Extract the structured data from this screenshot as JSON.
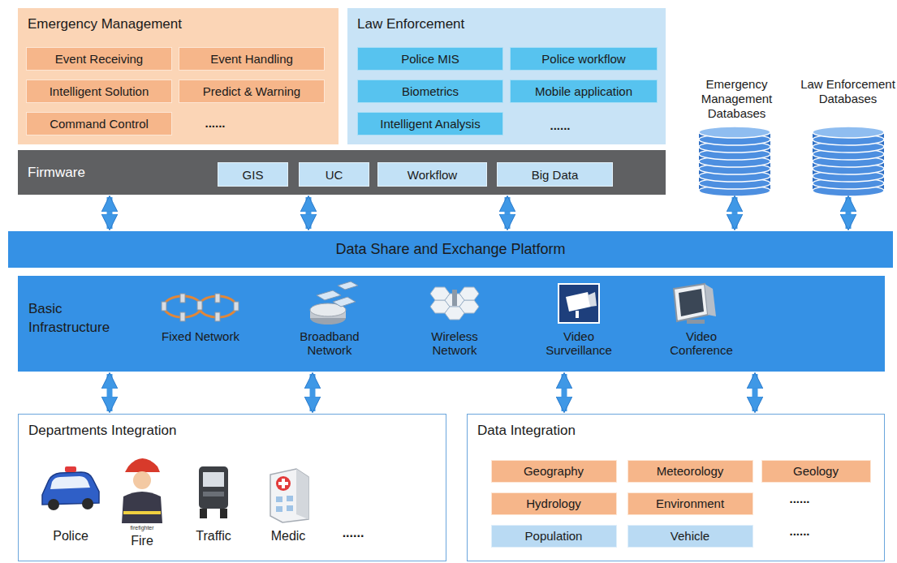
{
  "diagram": {
    "nodes": [
      {
        "text": [
          "Emergency Management"
        ]
      },
      {
        "text": [
          "Event Receiving"
        ],
        "in": 0
      },
      {
        "text": [
          "Event Handling"
        ],
        "in": 0
      },
      {
        "text": [
          "Intelligent Solution"
        ],
        "in": 0
      },
      {
        "text": [
          "Predict & Warning"
        ],
        "in": 0
      },
      {
        "text": [
          "Command Control"
        ],
        "in": 0
      },
      {
        "text": [
          "Law Enforcement"
        ]
      },
      {
        "text": [
          "Police MIS"
        ],
        "in": 6
      },
      {
        "text": [
          "Police workflow"
        ],
        "in": 6
      },
      {
        "text": [
          "Biometrics"
        ],
        "in": 6
      },
      {
        "text": [
          "Mobile application"
        ],
        "in": 6
      },
      {
        "text": [
          "Intelligent Analysis"
        ],
        "in": 6
      },
      {
        "text": [
          "Firmware"
        ]
      },
      {
        "text": [
          "GIS"
        ],
        "in": 12
      },
      {
        "text": [
          "UC"
        ],
        "in": 12
      },
      {
        "text": [
          "Workflow"
        ],
        "in": 12
      },
      {
        "text": [
          "Big Data"
        ],
        "in": 12
      },
      {
        "text": [
          "Emergency Management Databases"
        ]
      },
      {
        "text": [
          "Law Enforcement Databases"
        ]
      },
      {
        "text": [
          "Data Share and Exchange Platform"
        ]
      },
      {
        "text": [
          "Basic Infrastructure"
        ]
      },
      {
        "text": [
          "Departments Integration"
        ]
      },
      {
        "text": [
          "Data Integration"
        ]
      },
      {
        "text": [
          "Geography"
        ],
        "in": 22
      },
      {
        "text": [
          "Meteorology"
        ],
        "in": 22
      },
      {
        "text": [
          "Geology"
        ],
        "in": 22
      },
      {
        "text": [
          "Hydrology"
        ],
        "in": 22
      },
      {
        "text": [
          "Environment"
        ],
        "in": 22
      },
      {
        "text": [
          "Population"
        ],
        "in": 22
      },
      {
        "text": [
          "Vehicle"
        ],
        "in": 22
      }
    ],
    "edges": [
      {
        "from": 12,
        "to": 19,
        "arrow": "both"
      },
      {
        "from": 12,
        "to": 19,
        "arrow": "both"
      },
      {
        "from": 12,
        "to": 19,
        "arrow": "both"
      },
      {
        "from": 17,
        "to": 19,
        "arrow": "both"
      },
      {
        "from": 18,
        "to": 19,
        "arrow": "both"
      },
      {
        "from": 20,
        "to": 21,
        "arrow": "both"
      },
      {
        "from": 20,
        "to": 21,
        "arrow": "both"
      },
      {
        "from": 20,
        "to": 22,
        "arrow": "both"
      },
      {
        "from": 20,
        "to": 22,
        "arrow": "both"
      }
    ],
    "labels": [
      "......",
      "......",
      "Fixed Network",
      "Broadband Network",
      "Wireless Network",
      "Video Surveillance",
      "Video Conference",
      "Police",
      "firefighter",
      "Fire",
      "Traffic",
      "Medic",
      "......",
      "......",
      "......"
    ]
  }
}
